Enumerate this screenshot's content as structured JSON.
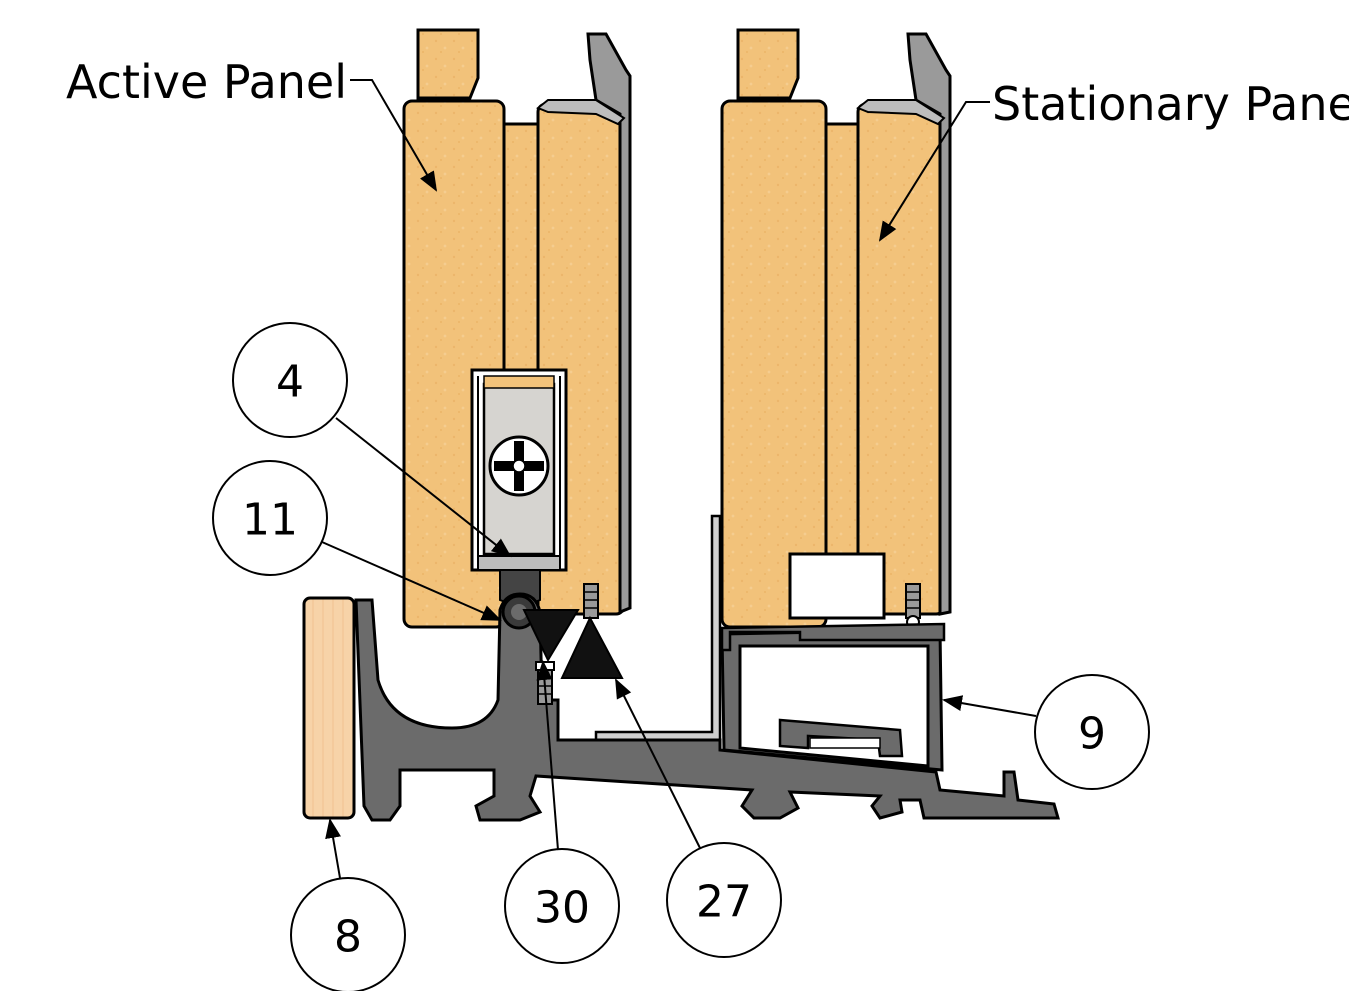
{
  "labels": {
    "active_panel": "Active Panel",
    "stationary_panel": "Stationary Pane"
  },
  "callouts": {
    "c4": "4",
    "c11": "11",
    "c8": "8",
    "c30": "30",
    "c27": "27",
    "c9": "9"
  },
  "colors": {
    "wood": "#f2c27a",
    "wood_edge": "#e0a955",
    "light_wood": "#f7d3a8",
    "aluminum": "#6b6b6b",
    "metal_light": "#d6d4d0",
    "outline": "#000000"
  }
}
